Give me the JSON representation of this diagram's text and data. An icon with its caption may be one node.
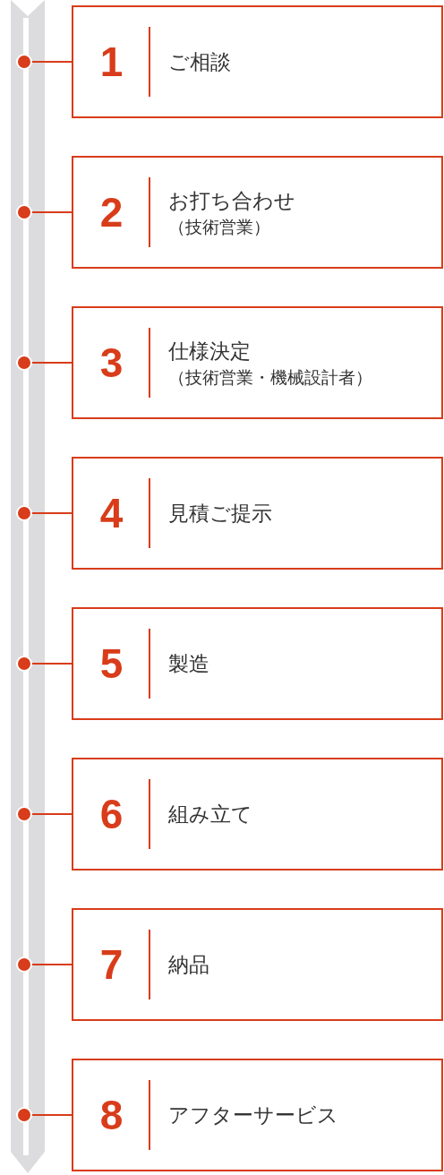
{
  "diagram": {
    "nodes": [
      {
        "text": [
          "1",
          "ご相談"
        ]
      },
      {
        "text": [
          "2",
          "お打ち合わせ",
          "（技術営業）"
        ]
      },
      {
        "text": [
          "3",
          "仕様決定",
          "（技術営業・機械設計者）"
        ]
      },
      {
        "text": [
          "4",
          "見積ご提示"
        ]
      },
      {
        "text": [
          "5",
          "製造"
        ]
      },
      {
        "text": [
          "6",
          "組み立て"
        ]
      },
      {
        "text": [
          "7",
          "納品"
        ]
      },
      {
        "text": [
          "8",
          "アフターサービス"
        ]
      },
      {
        "text": [],
        "shape": "circle"
      },
      {
        "text": [],
        "shape": "circle"
      },
      {
        "text": [],
        "shape": "circle"
      },
      {
        "text": [],
        "shape": "circle"
      },
      {
        "text": [],
        "shape": "circle"
      },
      {
        "text": [],
        "shape": "circle"
      },
      {
        "text": [],
        "shape": "circle"
      },
      {
        "text": [],
        "shape": "circle"
      }
    ],
    "edges": [
      {
        "from": 8,
        "to": 0,
        "arrow": "none"
      },
      {
        "from": 9,
        "to": 1,
        "arrow": "none"
      },
      {
        "from": 10,
        "to": 2,
        "arrow": "none"
      },
      {
        "from": 11,
        "to": 3,
        "arrow": "none"
      },
      {
        "from": 12,
        "to": 4,
        "arrow": "none"
      },
      {
        "from": 13,
        "to": 5,
        "arrow": "none"
      },
      {
        "from": 14,
        "to": 6,
        "arrow": "none"
      },
      {
        "from": 15,
        "to": 7,
        "arrow": "none"
      }
    ]
  }
}
